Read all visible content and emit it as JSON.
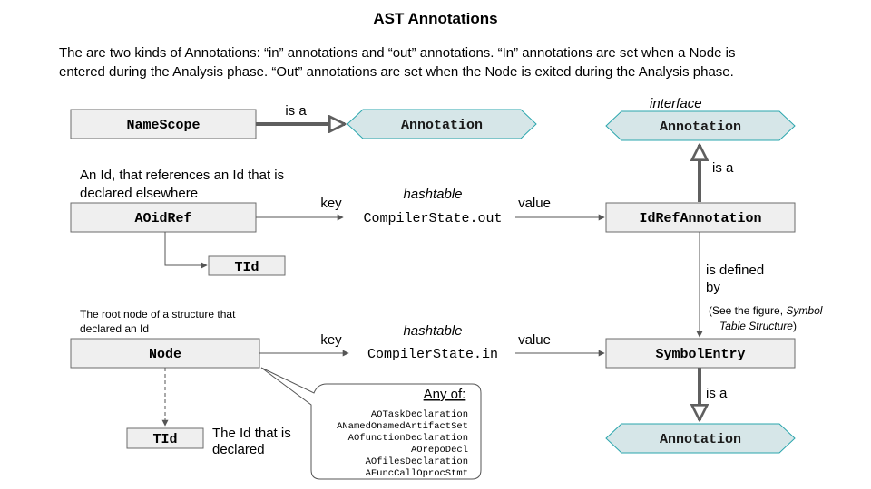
{
  "title": "AST Annotations",
  "intro": {
    "line1": "The are two kinds of Annotations: “in” annotations and “out” annotations. “In” annotations are set when a Node is",
    "line2": "entered during the Analysis phase. “Out” annotations are set when the Node is exited during the Analysis phase."
  },
  "boxes": {
    "namescope": "NameScope",
    "aoidref": "AOidRef",
    "tid_top": "TId",
    "node": "Node",
    "tid_bottom": "TId",
    "idrefannotation": "IdRefAnnotation",
    "symbolentry": "SymbolEntry"
  },
  "hexes": {
    "annotation_left": "Annotation",
    "annotation_top_right": "Annotation",
    "annotation_bottom_right": "Annotation"
  },
  "labels": {
    "is_a_top": "is a",
    "interface": "interface",
    "is_a_right": "is a",
    "aoidref_desc_line1": "An Id, that references an Id that is",
    "aoidref_desc_line2": "declared elsewhere",
    "hashtable_top": "hashtable",
    "key_top": "key",
    "value_top": "value",
    "compilerstate_out": "CompilerState.out",
    "is_defined_line1": "is defined",
    "is_defined_line2": "by",
    "see_figure_line1_prefix": "(See the figure, ",
    "see_figure_line1_italic": "Symbol",
    "see_figure_line2_italic": "Table Structure",
    "see_figure_line2_suffix": ")",
    "node_desc_line1": "The root node of a structure that",
    "node_desc_line2": "declared an Id",
    "hashtable_bottom": "hashtable",
    "key_bottom": "key",
    "value_bottom": "value",
    "compilerstate_in": "CompilerState.in",
    "is_a_bottom": "is a",
    "tid_desc_line1": "The Id that is",
    "tid_desc_line2": "declared"
  },
  "callout": {
    "heading": "Any of:",
    "items": [
      "AOTaskDeclaration",
      "ANamedOnamedArtifactSet",
      "AOfunctionDeclaration",
      "AOrepoDecl",
      "AOfilesDeclaration",
      "AFuncCallOprocStmt"
    ]
  },
  "colors": {
    "box_fill": "#efefef",
    "hex_fill": "#d6e6e8",
    "hex_stroke": "#2aa6ad",
    "arrow": "#5f5f5f"
  }
}
